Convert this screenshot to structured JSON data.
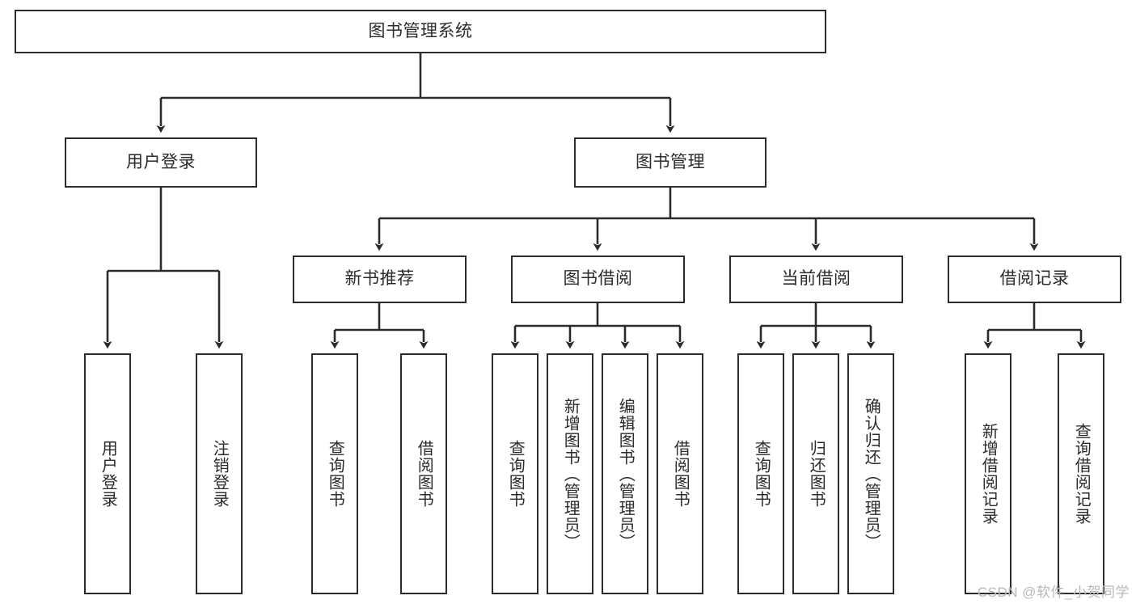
{
  "diagram": {
    "title": "图书管理系统",
    "type": "tree-hierarchy-chart",
    "root": {
      "id": "root",
      "label": "图书管理系统"
    },
    "level2": [
      {
        "id": "user-login",
        "label": "用户登录"
      },
      {
        "id": "book-management",
        "label": "图书管理"
      }
    ],
    "level3": [
      {
        "id": "new-book-recommend",
        "label": "新书推荐"
      },
      {
        "id": "book-borrow",
        "label": "图书借阅"
      },
      {
        "id": "current-borrow",
        "label": "当前借阅"
      },
      {
        "id": "borrow-record",
        "label": "借阅记录"
      }
    ],
    "leaves": [
      {
        "id": "leaf-user-login",
        "label": "用户登录",
        "parent": "user-login"
      },
      {
        "id": "leaf-logout-login",
        "label": "注销登录",
        "parent": "user-login"
      },
      {
        "id": "leaf-query-book-1",
        "label": "查询图书",
        "parent": "new-book-recommend"
      },
      {
        "id": "leaf-borrow-book-1",
        "label": "借阅图书",
        "parent": "new-book-recommend"
      },
      {
        "id": "leaf-query-book-2",
        "label": "查询图书",
        "parent": "book-borrow"
      },
      {
        "id": "leaf-add-book",
        "label": "新增图书（管理员）",
        "parent": "book-borrow"
      },
      {
        "id": "leaf-edit-book",
        "label": "编辑图书（管理员）",
        "parent": "book-borrow"
      },
      {
        "id": "leaf-borrow-book-2",
        "label": "借阅图书",
        "parent": "book-borrow"
      },
      {
        "id": "leaf-query-book-3",
        "label": "查询图书",
        "parent": "current-borrow"
      },
      {
        "id": "leaf-return-book",
        "label": "归还图书",
        "parent": "current-borrow"
      },
      {
        "id": "leaf-confirm-return",
        "label": "确认归还（管理员）",
        "parent": "current-borrow"
      },
      {
        "id": "leaf-add-record",
        "label": "新增借阅记录",
        "parent": "borrow-record"
      },
      {
        "id": "leaf-query-record",
        "label": "查询借阅记录",
        "parent": "borrow-record"
      }
    ],
    "watermark": "CSDN @软件_小贺同学",
    "colors": {
      "stroke": "#2b2b2b",
      "background": "#ffffff",
      "text": "#2b2b2b",
      "watermark": "#b9b9b9"
    }
  }
}
